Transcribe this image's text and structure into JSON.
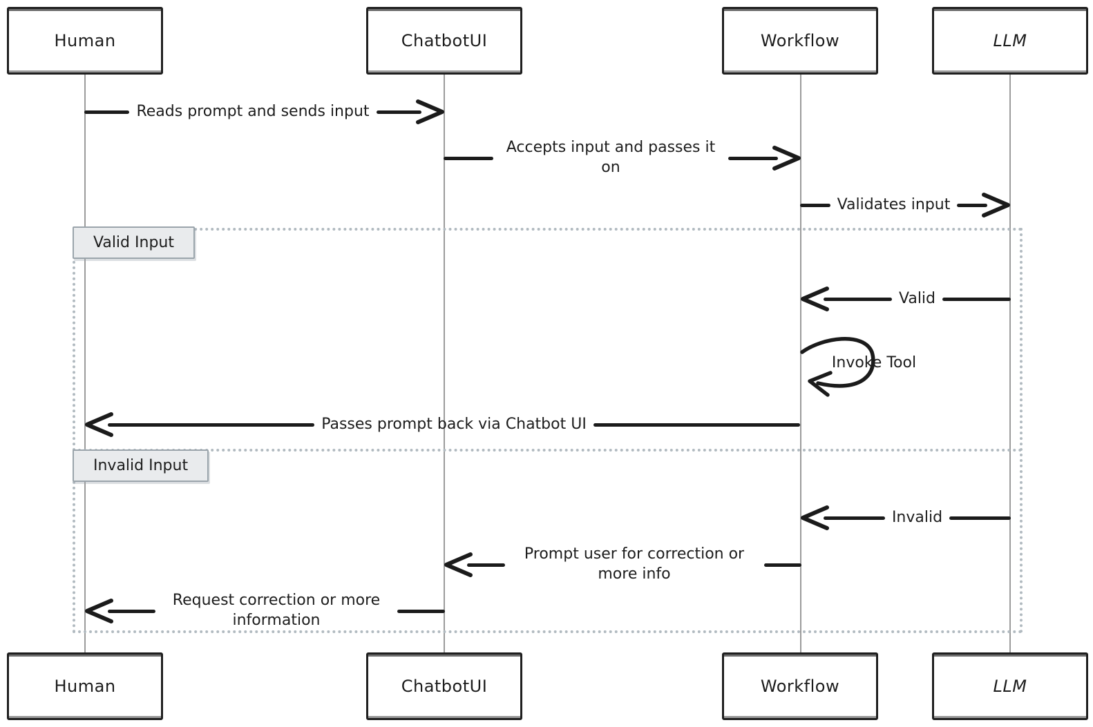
{
  "diagram": {
    "type": "sequence-diagram",
    "actors": [
      {
        "id": "human",
        "label": "Human"
      },
      {
        "id": "chatbotui",
        "label": "ChatbotUI"
      },
      {
        "id": "workflow",
        "label": "Workflow"
      },
      {
        "id": "llm",
        "label": "LLM"
      }
    ],
    "messages": [
      {
        "from": "Human",
        "to": "ChatbotUI",
        "direction": "right",
        "label": "Reads prompt and sends input"
      },
      {
        "from": "ChatbotUI",
        "to": "Workflow",
        "direction": "right",
        "label": "Accepts input and passes it on"
      },
      {
        "from": "Workflow",
        "to": "LLM",
        "direction": "right",
        "label": "Validates input"
      },
      {
        "from": "LLM",
        "to": "Workflow",
        "direction": "left",
        "label": "Valid"
      },
      {
        "from": "Workflow",
        "to": "Workflow",
        "direction": "self",
        "label": "Invoke Tool"
      },
      {
        "from": "Workflow",
        "to": "Human",
        "direction": "left",
        "label": "Passes prompt back via Chatbot UI"
      },
      {
        "from": "LLM",
        "to": "Workflow",
        "direction": "left",
        "label": "Invalid"
      },
      {
        "from": "Workflow",
        "to": "ChatbotUI",
        "direction": "left",
        "label": "Prompt user for correction or more info"
      },
      {
        "from": "ChatbotUI",
        "to": "Human",
        "direction": "left",
        "label": "Request correction or more information"
      }
    ],
    "alt_frame": {
      "sections": [
        {
          "label": "Valid Input"
        },
        {
          "label": "Invalid Input"
        }
      ]
    },
    "colors": {
      "background": "#ffffff",
      "stroke": "#1b1b1b",
      "lifeline": "#9b9b9b",
      "frame_dotted": "#b1bac0",
      "section_label_bg": "#e9ebed",
      "section_label_border": "#9aa4ab"
    }
  }
}
